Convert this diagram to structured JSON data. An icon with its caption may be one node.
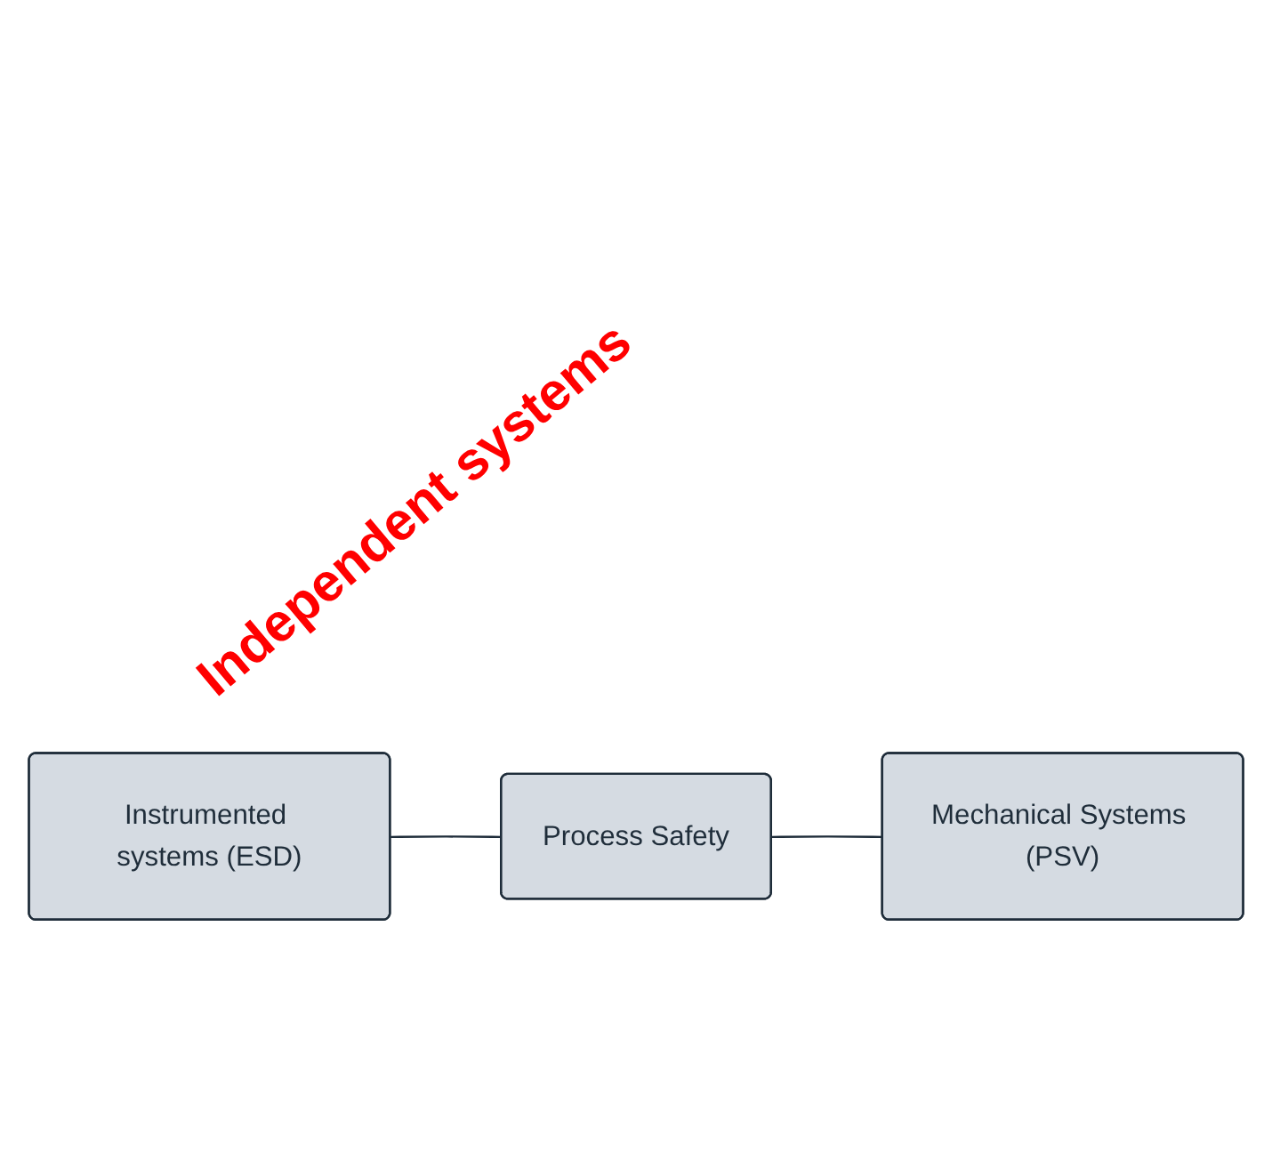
{
  "diagram": {
    "nodes": [
      {
        "text": [
          "Mechanical Systems (PSV)"
        ]
      },
      {
        "text": [
          "Process Safety"
        ]
      },
      {
        "text": [
          "Instrumented systems (ESD)"
        ]
      }
    ],
    "edges": [
      {
        "from": 2,
        "to": 1,
        "arrow": "none"
      },
      {
        "from": 1,
        "to": 0,
        "arrow": "none"
      }
    ],
    "labels": [
      "Independent systems"
    ]
  }
}
